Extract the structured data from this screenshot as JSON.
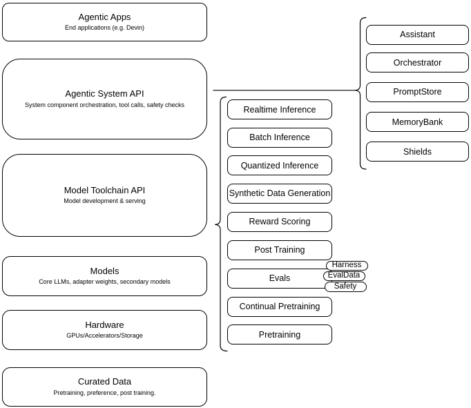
{
  "diagram": {
    "colors": {
      "stroke": "#000000",
      "fill": "#ffffff",
      "background": "#ffffff",
      "text": "#000000"
    },
    "left_stack": [
      {
        "title": "Agentic Apps",
        "subtitle": "End applications (e.g. Devin)"
      },
      {
        "title": "Agentic System API",
        "subtitle": "System component orchestration, tool calls, safety checks"
      },
      {
        "title": "Model Toolchain API",
        "subtitle": "Model development & serving"
      },
      {
        "title": "Models",
        "subtitle": "Core LLMs, adapter weights, secondary models"
      },
      {
        "title": "Hardware",
        "subtitle": "GPUs/Accelerators/Storage"
      },
      {
        "title": "Curated Data",
        "subtitle": "Pretraining, preference, post training."
      }
    ],
    "toolchain": [
      {
        "label": "Realtime Inference"
      },
      {
        "label": "Batch Inference"
      },
      {
        "label": "Quantized Inference"
      },
      {
        "label": "Synthetic Data Generation"
      },
      {
        "label": "Reward Scoring"
      },
      {
        "label": "Post Training"
      },
      {
        "label": "Evals"
      },
      {
        "label": "Continual Pretraining"
      },
      {
        "label": "Pretraining"
      }
    ],
    "system_components": [
      {
        "label": "Assistant"
      },
      {
        "label": "Orchestrator"
      },
      {
        "label": "PromptStore"
      },
      {
        "label": "MemoryBank"
      },
      {
        "label": "Shields"
      }
    ],
    "evals_tags": [
      {
        "label": "Harness"
      },
      {
        "label": "EvalData"
      },
      {
        "label": "Safety"
      }
    ]
  }
}
